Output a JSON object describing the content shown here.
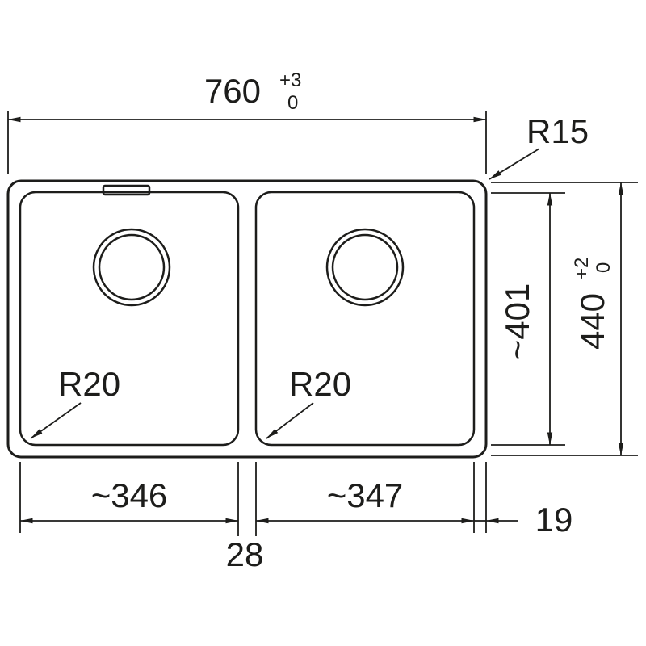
{
  "drawing": {
    "background_color": "#ffffff",
    "line_color": "#1d1d1b"
  },
  "dimensions": {
    "overall_width": {
      "value": "760",
      "tol_upper": "+3",
      "tol_lower": "0"
    },
    "overall_depth": {
      "value": "440",
      "tol_upper": "+2",
      "tol_lower": "0"
    },
    "bowl_depth": "~401",
    "left_bowl_width": "~346",
    "right_bowl_width": "~347",
    "divider_width": "28",
    "right_rim_width": "19",
    "outer_corner_radius": "R15",
    "left_bowl_corner_radius": "R20",
    "right_bowl_corner_radius": "R20"
  }
}
